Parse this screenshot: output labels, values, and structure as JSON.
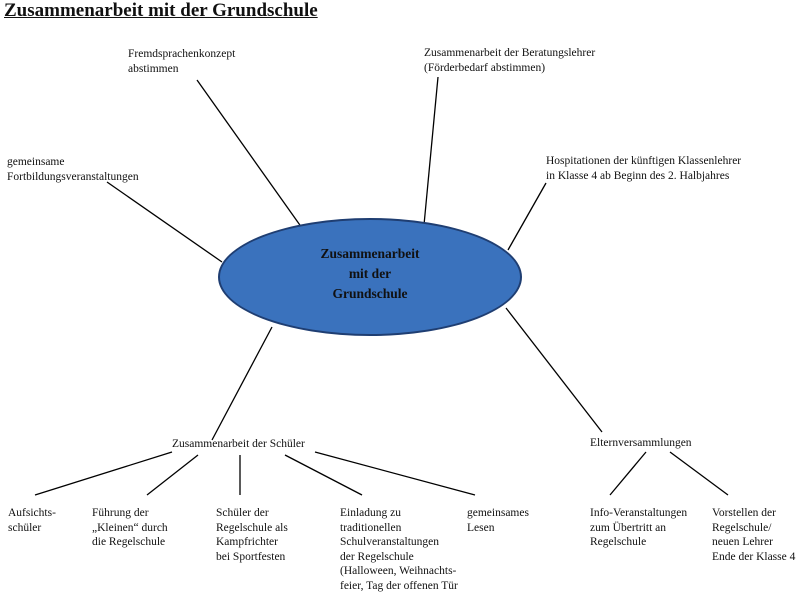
{
  "title": "Zusammenarbeit mit der Grundschule",
  "center": "Zusammenarbeit\nmit der\nGrundschule",
  "colors": {
    "ellipse_fill": "#3a72bd",
    "ellipse_border": "#1f3e72",
    "lines": "#000000"
  },
  "branches": {
    "fremdsprachen": "Fremdsprachenkonzept\nabstimmen",
    "beratungslehrer": "Zusammenarbeit der Beratungslehrer\n(Förderbedarf abstimmen)",
    "fortbildung": "gemeinsame\nFortbildungsveranstaltungen",
    "hospitationen": "Hospitationen der künftigen Klassenlehrer\nin Klasse 4 ab Beginn des 2. Halbjahres",
    "schueler": "Zusammenarbeit der Schüler",
    "eltern": "Elternversammlungen"
  },
  "schueler_items": [
    "Aufsichts-\nschüler",
    "Führung der\n„Kleinen“ durch\ndie Regelschule",
    "Schüler der\nRegelschule als\nKampfrichter\nbei Sportfesten",
    "Einladung zu\ntraditionellen\nSchulveranstaltungen\nder Regelschule\n(Halloween, Weihnachts-\nfeier, Tag der offenen Tür",
    "gemeinsames\nLesen"
  ],
  "eltern_items": [
    "Info-Veranstaltungen\nzum Übertritt an\nRegelschule",
    "Vorstellen der\nRegelschule/\nneuen Lehrer\nEnde der Klasse 4"
  ]
}
